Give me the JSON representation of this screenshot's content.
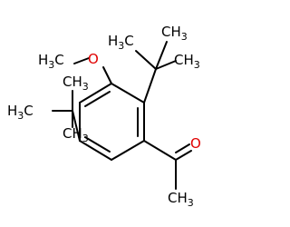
{
  "molecule": {
    "colors": {
      "bond": "#000000",
      "carbon_label": "#000000",
      "oxygen_label": "#e00000",
      "background": "#ffffff"
    },
    "labels": {
      "methoxy_o": "O",
      "methoxy_h3c_h": "H",
      "methoxy_h3c_3": "3",
      "methoxy_h3c_c": "C",
      "tbu_right_h3c_h": "H",
      "tbu_right_h3c_3": "3",
      "tbu_right_h3c_c": "C",
      "tbu_right_ch3_top_c": "C",
      "tbu_right_ch3_top_h": "H",
      "tbu_right_ch3_top_3": "3",
      "tbu_right_ch3_bot_c": "C",
      "tbu_right_ch3_bot_h": "H",
      "tbu_right_ch3_bot_3": "3",
      "tbu_left_ch3_top_c": "C",
      "tbu_left_ch3_top_h": "H",
      "tbu_left_ch3_top_3": "3",
      "tbu_left_h3c_h": "H",
      "tbu_left_h3c_3": "3",
      "tbu_left_h3c_c": "C",
      "tbu_left_ch3_bot_c": "C",
      "tbu_left_ch3_bot_h": "H",
      "tbu_left_ch3_bot_3": "3",
      "acetyl_o": "O",
      "acetyl_ch3_c": "C",
      "acetyl_ch3_h": "H",
      "acetyl_ch3_3": "3"
    }
  }
}
